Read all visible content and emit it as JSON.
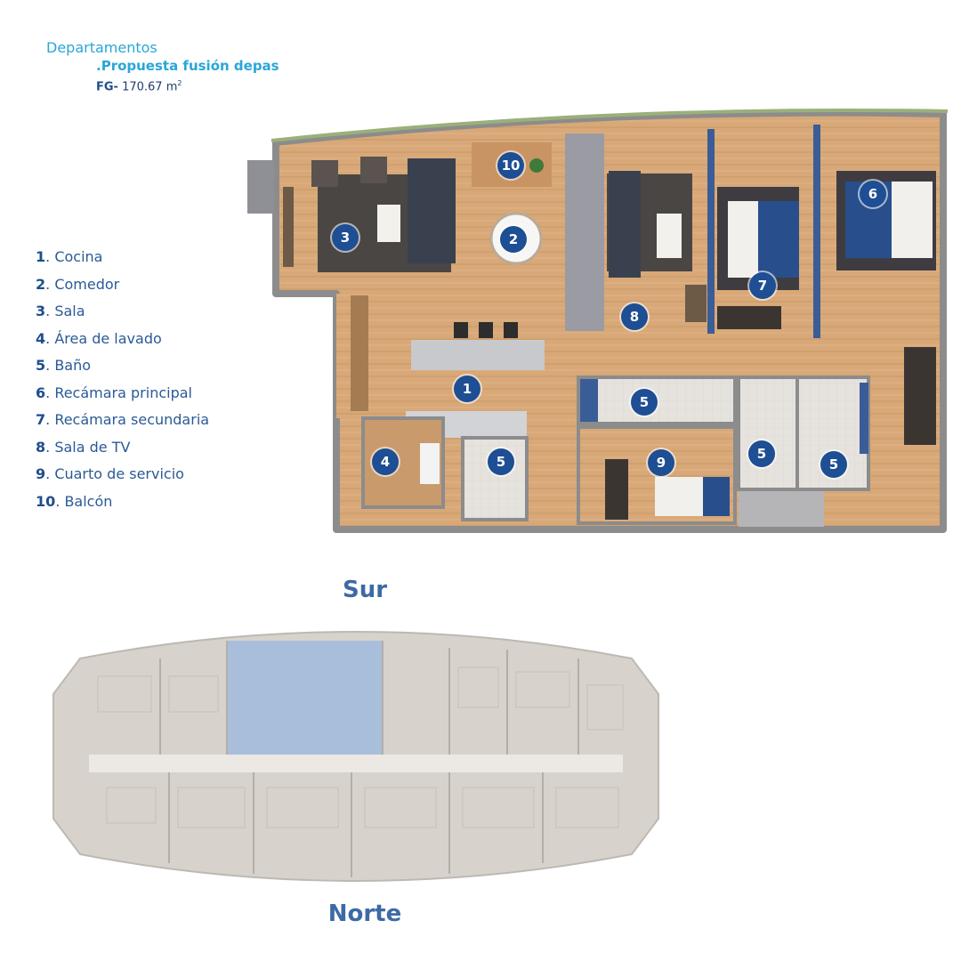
{
  "header": {
    "category": "Departamentos",
    "proposal": ".Propuesta fusión depas",
    "code": "FG-",
    "area": "170.67 m",
    "area_sup": "2"
  },
  "legend": [
    {
      "num": "1",
      "label": "Cocina"
    },
    {
      "num": "2",
      "label": "Comedor"
    },
    {
      "num": "3",
      "label": "Sala"
    },
    {
      "num": "4",
      "label": "Área de lavado"
    },
    {
      "num": "5",
      "label": "Baño"
    },
    {
      "num": "6",
      "label": "Recámara principal"
    },
    {
      "num": "7",
      "label": "Recámara secundaria"
    },
    {
      "num": "8",
      "label": "Sala de TV"
    },
    {
      "num": "9",
      "label": "Cuarto de servicio"
    },
    {
      "num": "10",
      "label": "Balcón"
    }
  ],
  "markers": [
    "1",
    "2",
    "3",
    "4",
    "5",
    "5",
    "5",
    "5",
    "6",
    "7",
    "8",
    "9",
    "10"
  ],
  "orientation": {
    "south": "Sur",
    "north": "Norte"
  },
  "colors": {
    "accent": "#2aa6d8",
    "marker": "#1e4e93",
    "floor": "#d9a97a",
    "highlight": "#a9bedb"
  }
}
